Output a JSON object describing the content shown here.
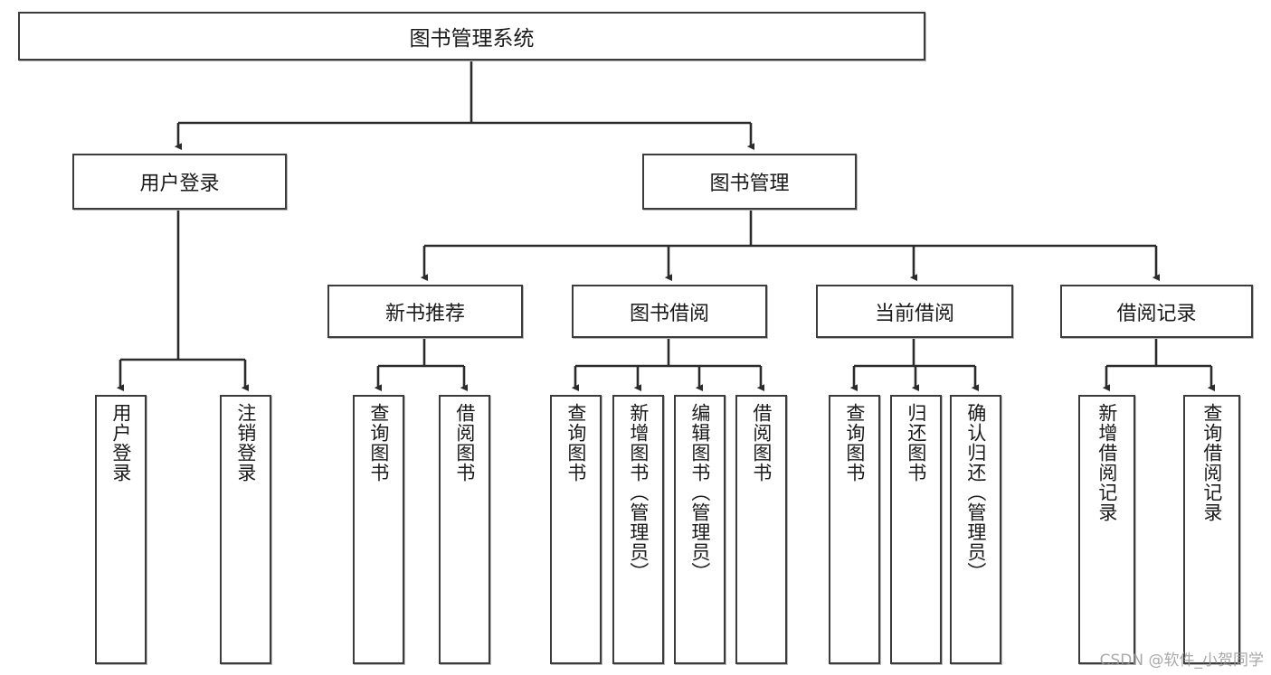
{
  "diagram": {
    "title": "图书管理系统",
    "type": "tree-hierarchy",
    "root": {
      "label": "图书管理系统"
    },
    "level2": [
      {
        "label": "用户登录"
      },
      {
        "label": "图书管理"
      }
    ],
    "level3": [
      {
        "label": "新书推荐"
      },
      {
        "label": "图书借阅"
      },
      {
        "label": "当前借阅"
      },
      {
        "label": "借阅记录"
      }
    ],
    "leaves": [
      {
        "label": "用户登录"
      },
      {
        "label": "注销登录"
      },
      {
        "label": "查询图书"
      },
      {
        "label": "借阅图书"
      },
      {
        "label": "查询图书"
      },
      {
        "label": "新增图书（管理员）"
      },
      {
        "label": "编辑图书（管理员）"
      },
      {
        "label": "借阅图书"
      },
      {
        "label": "查询图书"
      },
      {
        "label": "归还图书"
      },
      {
        "label": "确认归还（管理员）"
      },
      {
        "label": "新增借阅记录"
      },
      {
        "label": "查询借阅记录"
      }
    ],
    "colors": {
      "box_border": "#3c3c3c",
      "box_fill": "#ffffff",
      "connector": "#2b2b2b",
      "text": "#1a1a1a",
      "watermark": "#9a9a9a"
    }
  },
  "watermark": {
    "text": "CSDN @软件_小贺同学"
  }
}
